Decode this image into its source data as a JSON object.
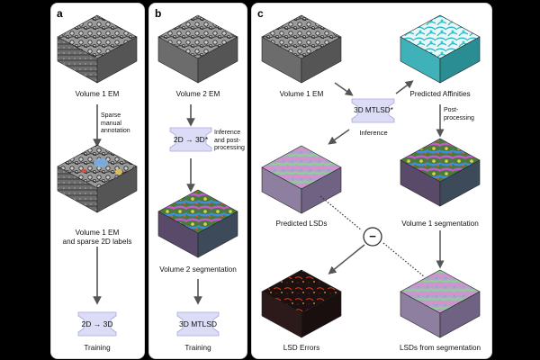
{
  "panels": {
    "a": {
      "letter": "a",
      "vol_label": "Volume 1 EM",
      "annot_lines": [
        "Sparse",
        "manual",
        "annotation"
      ],
      "labels_lines": [
        "Volume 1 EM",
        "and sparse 2D labels"
      ],
      "model": "2D → 3D",
      "training": "Training"
    },
    "b": {
      "letter": "b",
      "vol_label": "Volume 2 EM",
      "model": "2D → 3D*",
      "infer_lines": [
        "Inference",
        "and post-",
        "processing"
      ],
      "seg_label": "Volume 2 segmentation",
      "model2": "3D MTLSD",
      "training": "Training"
    },
    "c": {
      "letter": "c",
      "vol_label": "Volume 1 EM",
      "model": "3D MTLSD*",
      "inference": "Inference",
      "aff_label": "Predicted Affinities",
      "post_lines": [
        "Post-",
        "processing"
      ],
      "lsd_label": "Predicted LSDs",
      "seg_label": "Volume 1 segmentation",
      "minus": "−",
      "err_label": "LSD Errors",
      "lsdseg_label": "LSDs from segmentation"
    }
  },
  "colors": {
    "arrow": "#555555",
    "model_fill": "#dcdcf6",
    "model_stroke": "#a9a9dd",
    "em_top": "#8e8e8e",
    "em_left": "#6f6f6f",
    "em_right": "#5a5a5a",
    "aff_top": "#3fc8c8",
    "lsd_top": "#b9a6c8",
    "err_top": "#2a1010"
  }
}
